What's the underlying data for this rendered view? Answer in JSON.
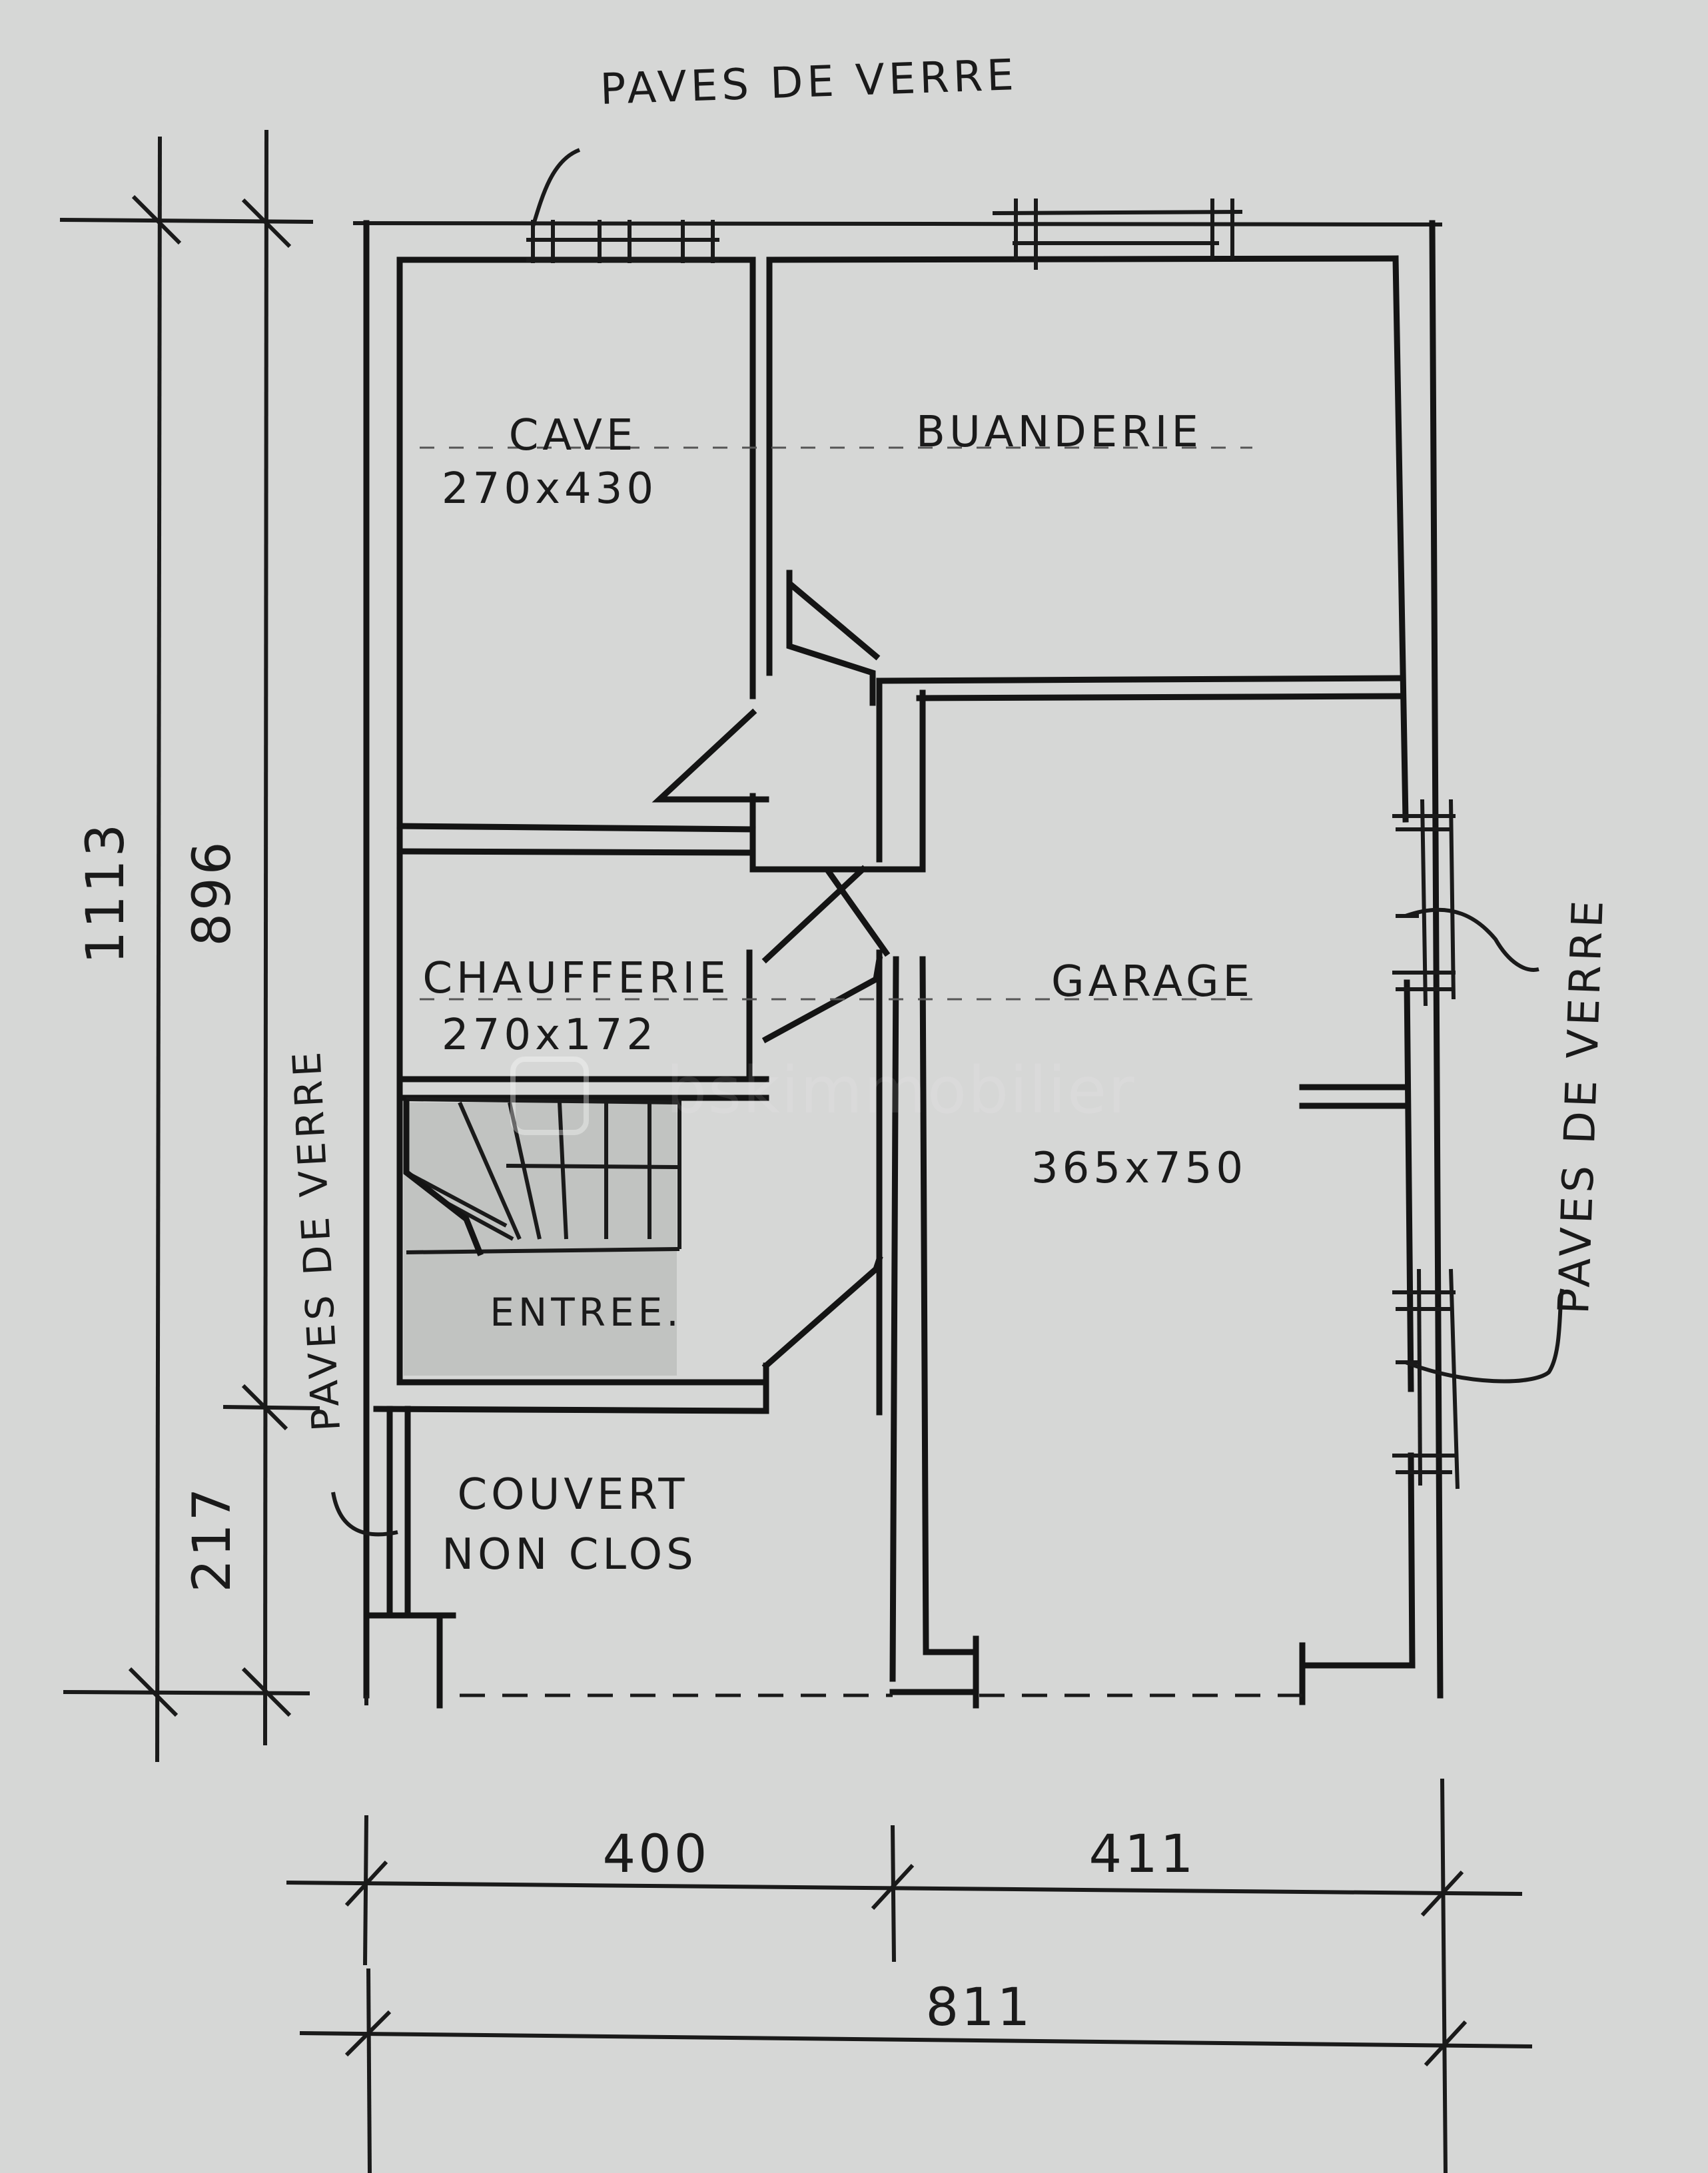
{
  "plan": {
    "rooms": {
      "cave": {
        "name": "CAVE",
        "size": "270x430"
      },
      "buanderie": {
        "name": "BUANDERIE"
      },
      "chaufferie": {
        "name": "CHAUFFERIE",
        "size": "270x172"
      },
      "garage": {
        "name": "GARAGE",
        "size": "365x750"
      },
      "entree": {
        "name": "ENTREE."
      },
      "couvert": {
        "line1": "COUVERT",
        "line2": "NON CLOS"
      }
    },
    "annotations": {
      "top": "PAVES DE VERRE",
      "right": "PAVES DE VERRE",
      "left": "PAVES DE VERRE"
    },
    "dimensions": {
      "overall_height": "1113",
      "main_height": "896",
      "lower_height": "217",
      "left_width": "400",
      "right_width": "411",
      "total_width": "811"
    }
  },
  "watermark": "bskimmobilier"
}
